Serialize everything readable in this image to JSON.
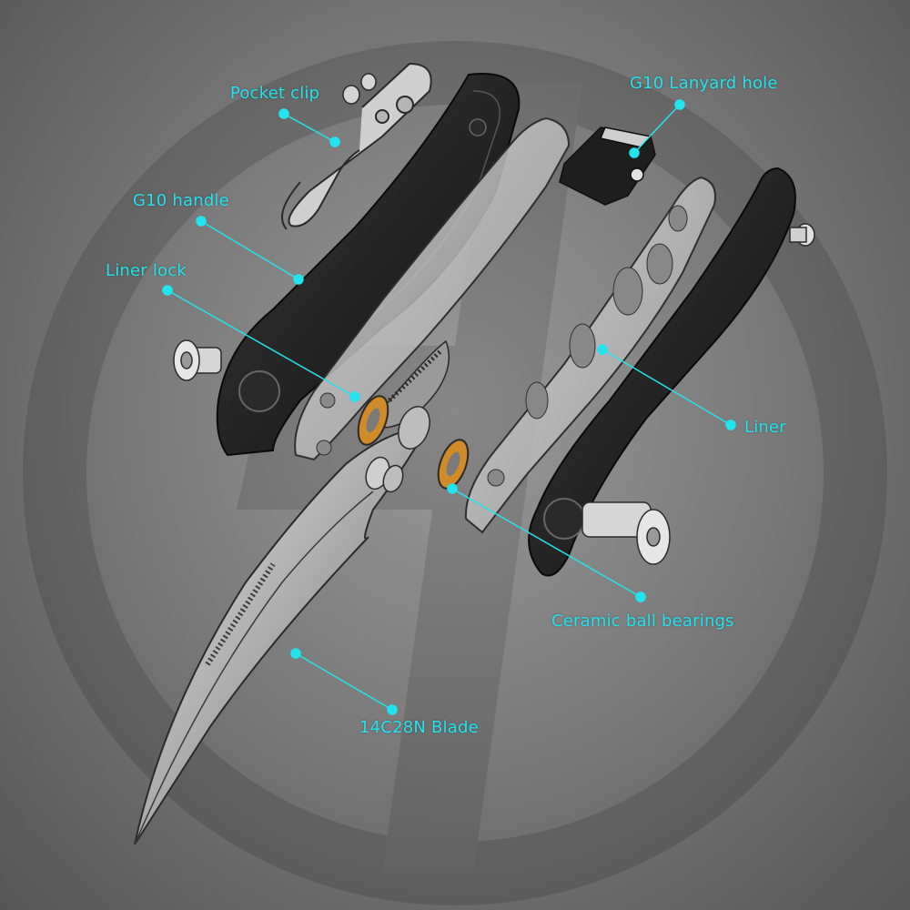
{
  "callouts": {
    "pocket_clip": "Pocket clip",
    "g10_lanyard_hole": "G10 Lanyard hole",
    "g10_handle": "G10 handle",
    "liner_lock": "Liner lock",
    "liner": "Liner",
    "ceramic_ball_bearings": "Ceramic ball bearings",
    "blade": "14C28N Blade"
  },
  "colors": {
    "callout": "#22e3ee",
    "handle": "#1b1b1b",
    "steel": "#c9c9c9",
    "bearing": "#d08a28"
  }
}
